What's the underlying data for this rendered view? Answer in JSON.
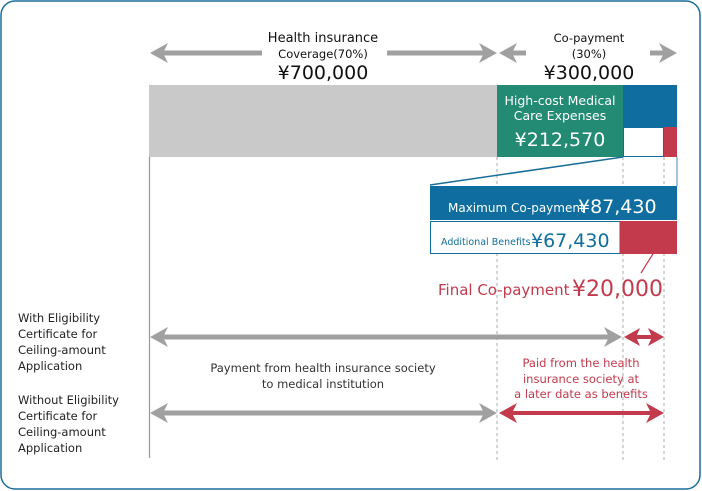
{
  "colors": {
    "border": "#1a6e9a",
    "insurance_gray": "#c9c9c9",
    "arrow_gray": "#a0a0a0",
    "high_cost_teal": "#238b73",
    "max_copay_blue": "#0f6e9f",
    "final_red": "#c23a4c"
  },
  "header": {
    "insurance": {
      "title": "Health insurance",
      "subtitle": "Coverage(70%)",
      "amount": "¥700,000"
    },
    "copayment": {
      "title": "Co-payment",
      "subtitle": "(30%)",
      "amount": "¥300,000"
    }
  },
  "bar": {
    "high_cost": {
      "line1": "High-cost Medical",
      "line2": "Care Expenses",
      "amount": "¥212,570"
    }
  },
  "breakdown": {
    "max_copay_label": "Maximum Co-payment",
    "max_copay_amount": "¥87,430",
    "additional_label": "Additional Benefits",
    "additional_amount": "¥67,430",
    "final_label": "Final Co-payment",
    "final_amount": "¥20,000"
  },
  "rows": {
    "with_certificate": [
      "With Eligibility",
      "Certificate for",
      "Ceiling-amount",
      "Application"
    ],
    "without_certificate": [
      "Without Eligibility",
      "Certificate for",
      "Ceiling-amount",
      "Application"
    ],
    "payment_note": [
      "Payment from health insurance society",
      "to medical institution"
    ],
    "benefit_note": [
      "Paid from the health",
      "insurance society at",
      "a later date as benefits"
    ]
  }
}
